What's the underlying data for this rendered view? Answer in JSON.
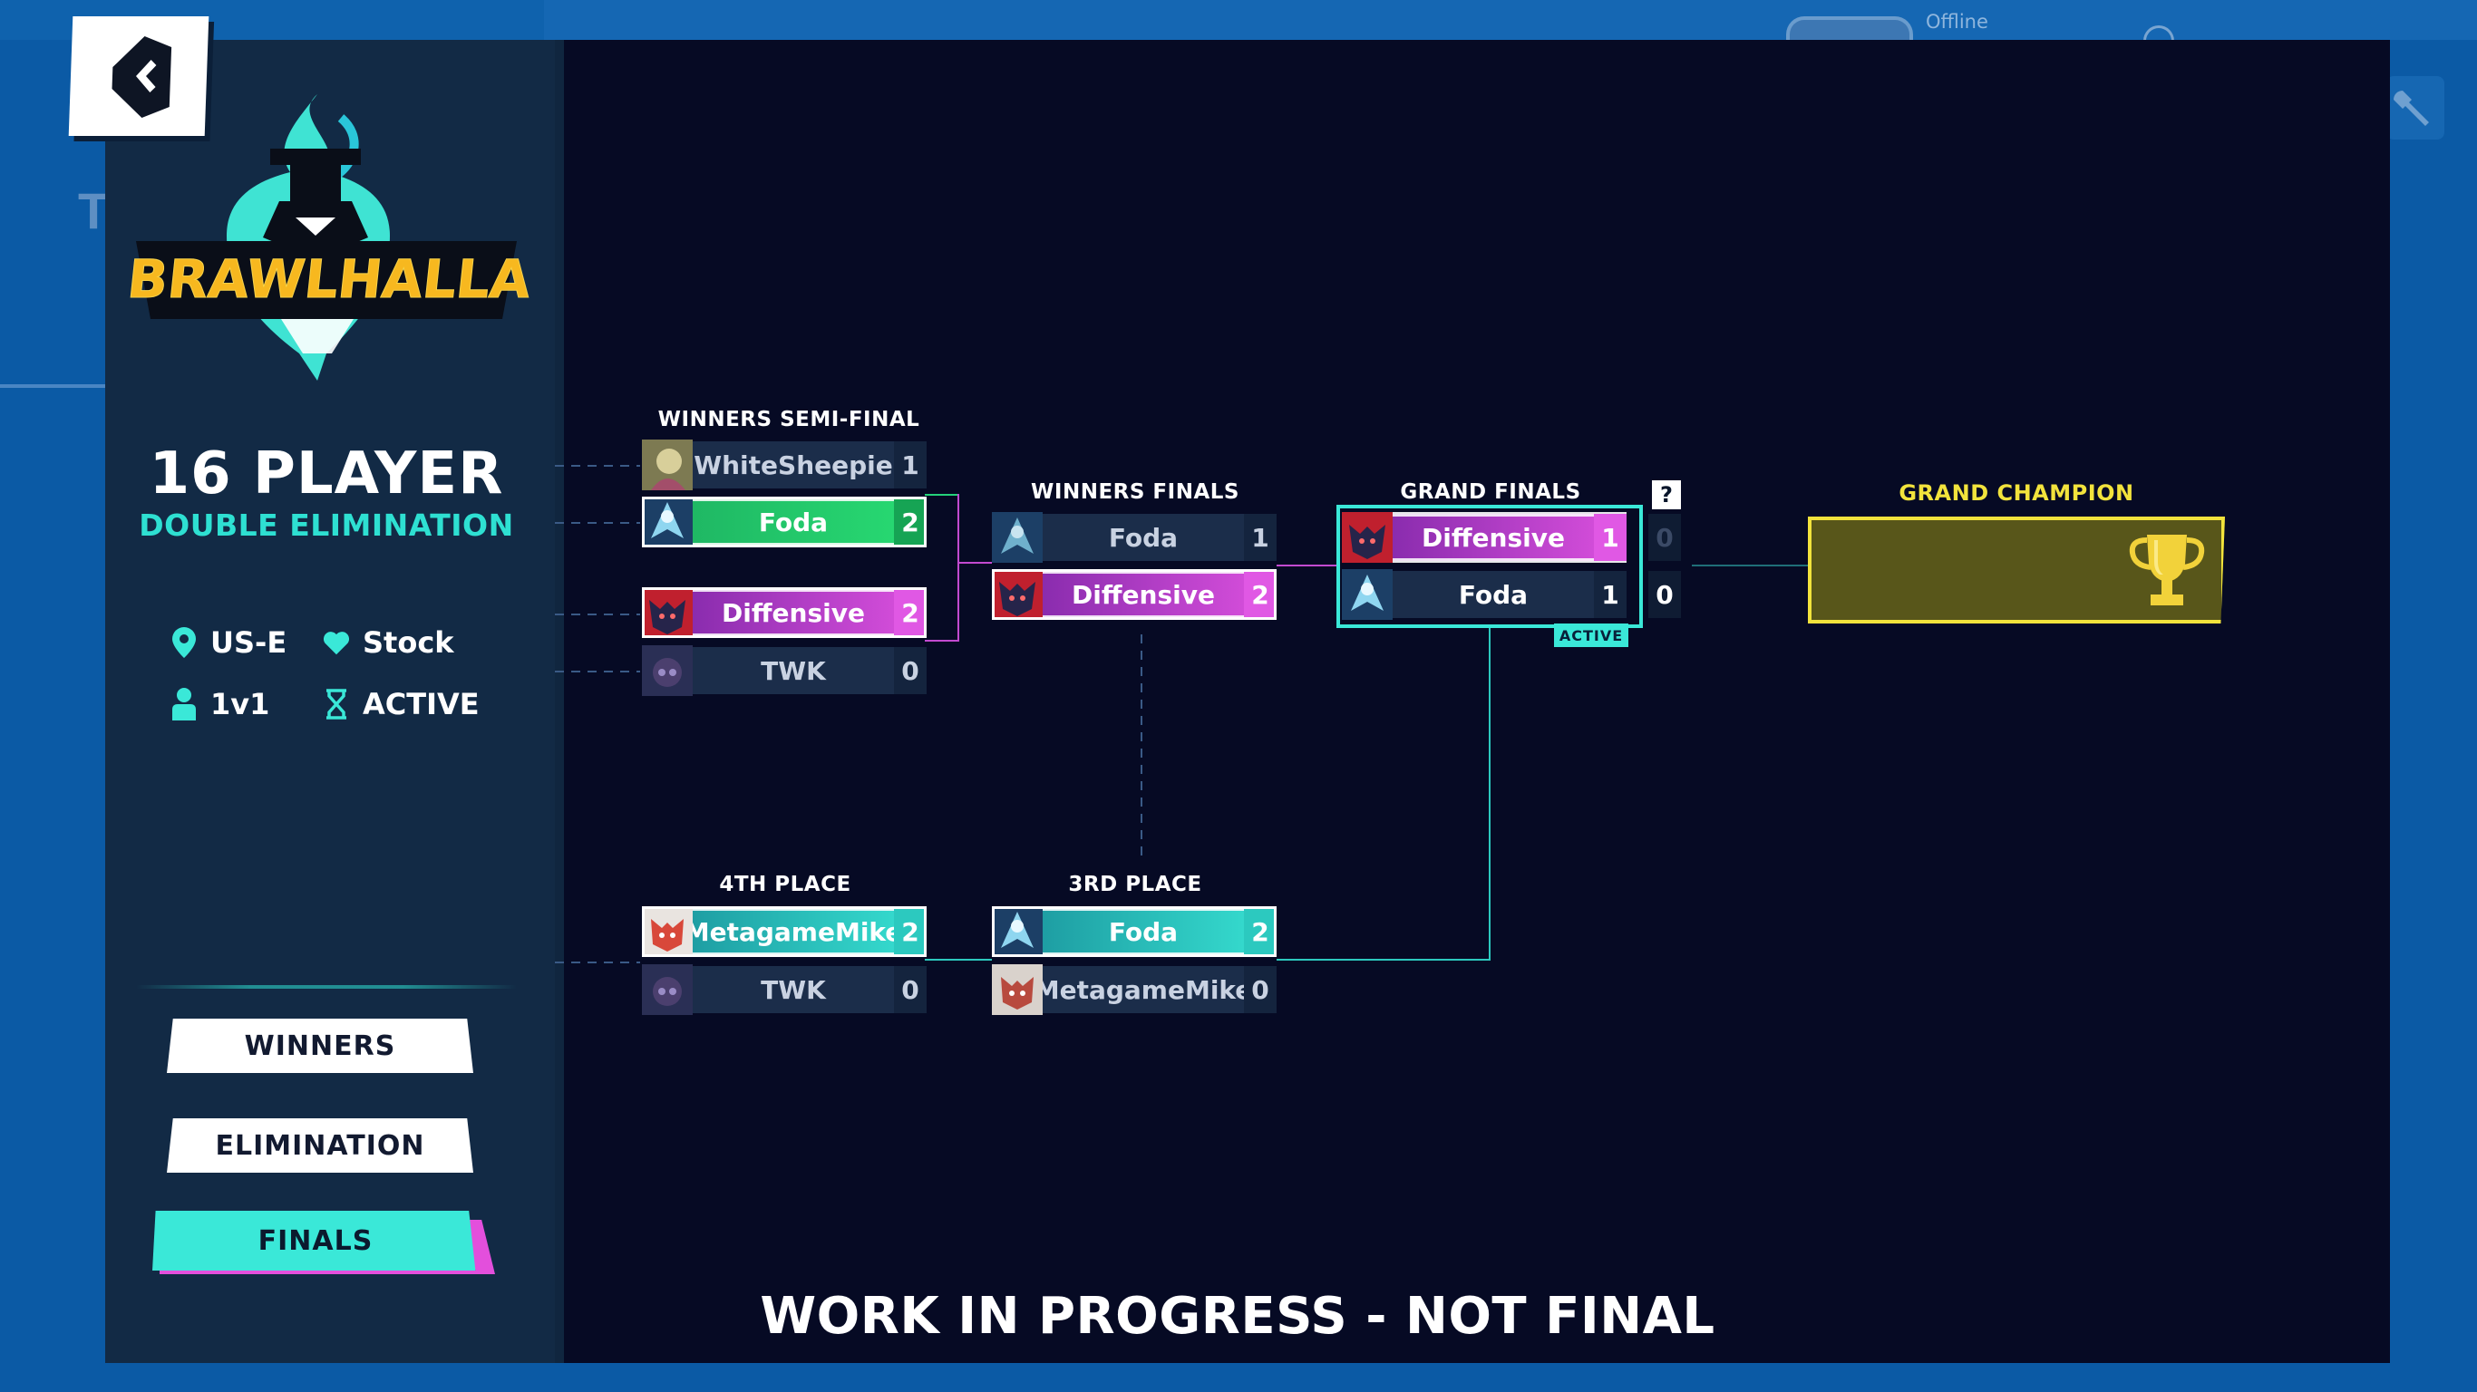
{
  "background": {
    "status_text": "Offline"
  },
  "sidebar": {
    "title": "16 PLAYER",
    "subtitle": "DOUBLE ELIMINATION",
    "info": {
      "region": "US-E",
      "mode": "Stock",
      "team": "1v1",
      "status": "ACTIVE"
    },
    "nav": [
      {
        "label": "WINNERS",
        "active": false
      },
      {
        "label": "ELIMINATION",
        "active": false
      },
      {
        "label": "FINALS",
        "active": true
      }
    ],
    "logo_text": "BRAWLHALLA"
  },
  "bracket": {
    "winners_semi": {
      "label": "WINNERS SEMI-FINAL",
      "match1": [
        {
          "name": "WhiteSheepie",
          "score": "1",
          "style": "grey"
        },
        {
          "name": "Foda",
          "score": "2",
          "style": "green"
        }
      ],
      "match2": [
        {
          "name": "Diffensive",
          "score": "2",
          "style": "pink"
        },
        {
          "name": "TWK",
          "score": "0",
          "style": "grey"
        }
      ]
    },
    "winners_finals": {
      "label": "WINNERS FINALS",
      "match": [
        {
          "name": "Foda",
          "score": "1",
          "style": "grey"
        },
        {
          "name": "Diffensive",
          "score": "2",
          "style": "pink"
        }
      ]
    },
    "grand_finals": {
      "label": "GRAND FINALS",
      "help": "?",
      "badge": "ACTIVE",
      "match": [
        {
          "name": "Diffensive",
          "score": "1",
          "extra": "0",
          "style": "pink"
        },
        {
          "name": "Foda",
          "score": "1",
          "extra": "0",
          "style": "grey"
        }
      ]
    },
    "fourth_place": {
      "label": "4TH PLACE",
      "match": [
        {
          "name": "MetagameMike",
          "score": "2",
          "style": "teal"
        },
        {
          "name": "TWK",
          "score": "0",
          "style": "grey"
        }
      ]
    },
    "third_place": {
      "label": "3RD PLACE",
      "match": [
        {
          "name": "Foda",
          "score": "2",
          "style": "teal"
        },
        {
          "name": "MetagameMike",
          "score": "0",
          "style": "grey"
        }
      ]
    },
    "champion": {
      "label": "GRAND CHAMPION"
    }
  },
  "footer": {
    "notice": "WORK IN PROGRESS - NOT FINAL"
  },
  "colors": {
    "accent_teal": "#3ae8d8",
    "accent_pink": "#e058e4",
    "accent_green": "#27d771",
    "champion_gold": "#f2e33c",
    "window_bg": "#060a24",
    "sidebar_bg": "#122a45"
  }
}
